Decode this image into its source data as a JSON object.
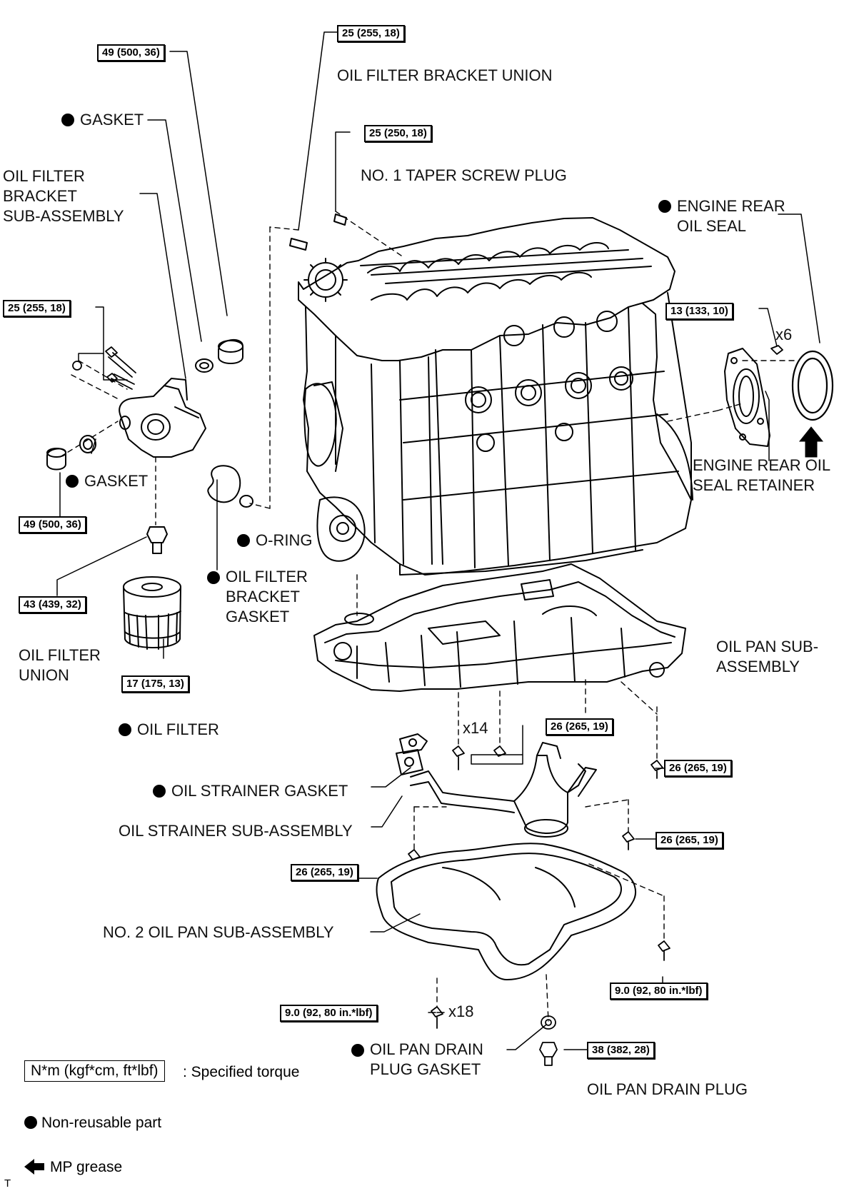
{
  "torque": {
    "t1": "49 (500, 36)",
    "t2": "25 (255, 18)",
    "t3": "25 (250, 18)",
    "t4": "25 (255, 18)",
    "t5": "13 (133, 10)",
    "t6": "49 (500, 36)",
    "t7": "43 (439, 32)",
    "t8": "17 (175, 13)",
    "t9": "26 (265, 19)",
    "t10": "26 (265, 19)",
    "t11": "26 (265, 19)",
    "t12": "26 (265, 19)",
    "t13": "9.0 (92, 80 in.*lbf)",
    "t14": "9.0 (92, 80 in.*lbf)",
    "t15": "38 (382, 28)"
  },
  "labels": {
    "gasket_top": "GASKET",
    "oil_filter_bracket_union": "OIL FILTER BRACKET UNION",
    "oil_filter_bracket_sub": "OIL FILTER\nBRACKET\nSUB-ASSEMBLY",
    "taper_screw_plug": "NO. 1 TAPER SCREW PLUG",
    "engine_rear_oil_seal": "ENGINE REAR\nOIL SEAL",
    "x6": "x6",
    "engine_rear_oil_seal_retainer": "ENGINE REAR OIL\nSEAL RETAINER",
    "gasket_mid": "GASKET",
    "o_ring": "O-RING",
    "oil_filter_bracket_gasket": "OIL FILTER\nBRACKET\nGASKET",
    "oil_filter_union": "OIL FILTER\nUNION",
    "oil_pan_sub": "OIL PAN SUB-\nASSEMBLY",
    "oil_filter": "OIL FILTER",
    "x14": "x14",
    "oil_strainer_gasket": "OIL STRAINER GASKET",
    "oil_strainer_sub": "OIL STRAINER SUB-ASSEMBLY",
    "no2_oil_pan": "NO. 2 OIL PAN SUB-ASSEMBLY",
    "x18": "x18",
    "drain_plug_gasket": "OIL PAN DRAIN\nPLUG GASKET",
    "drain_plug": "OIL PAN DRAIN PLUG"
  },
  "legend": {
    "torque_box": "N*m (kgf*cm, ft*lbf)",
    "torque_text": ": Specified torque",
    "nonreusable": "Non-reusable part",
    "mp_grease": "MP grease"
  },
  "corner_mark": "T"
}
